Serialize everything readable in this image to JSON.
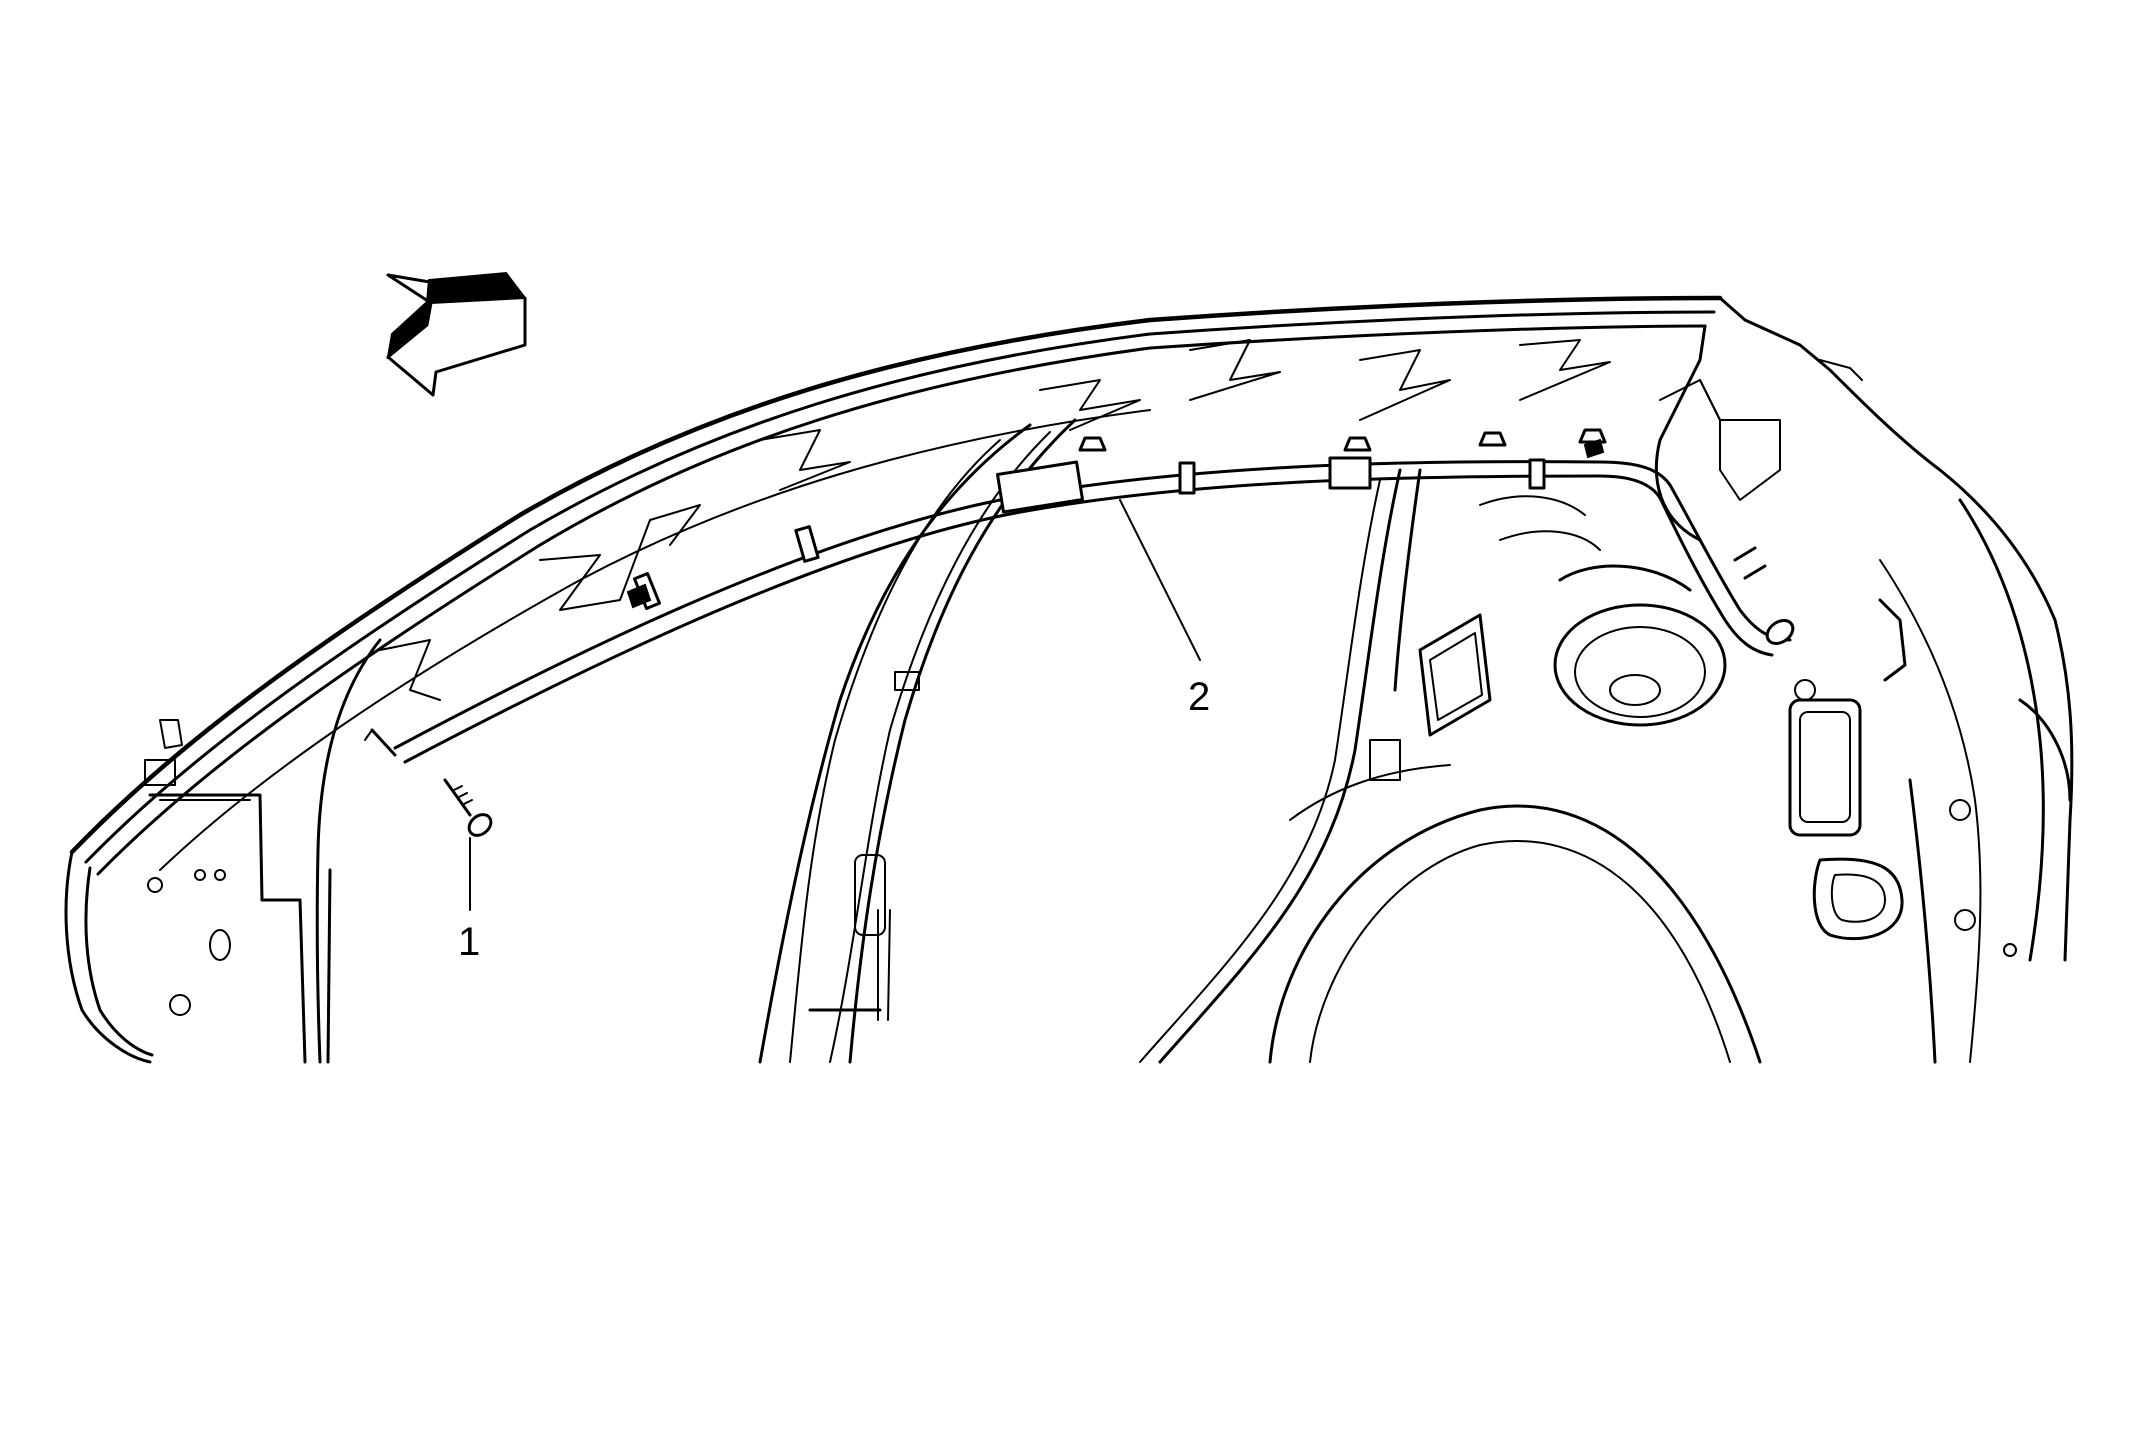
{
  "callouts": [
    {
      "id": "1",
      "label": "1"
    },
    {
      "id": "2",
      "label": "2"
    }
  ],
  "icons": {
    "direction_arrow": "arrow-front-icon",
    "fastener": "bolt-icon",
    "airbag": "roof-rail-airbag-icon"
  },
  "colors": {
    "line": "#000000",
    "background": "#ffffff"
  }
}
